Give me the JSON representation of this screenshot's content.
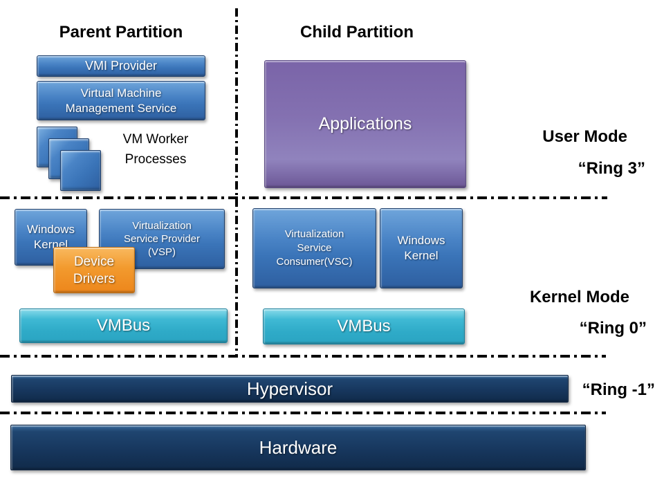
{
  "titles": {
    "parent_partition": "Parent Partition",
    "child_partition": "Child Partition"
  },
  "parent": {
    "vmi_provider": "VMI Provider",
    "vm_management_service": "Virtual Machine Management Service",
    "vm_worker_processes": "VM Worker Processes",
    "windows_kernel": "Windows Kernel",
    "vsp": "Virtualization Service Provider (VSP)",
    "device_drivers": "Device Drivers",
    "vmbus": "VMBus"
  },
  "child": {
    "applications": "Applications",
    "vsc": "Virtualization Service Consumer(VSC)",
    "windows_kernel": "Windows Kernel",
    "vmbus": "VMBus"
  },
  "rings": {
    "user_mode": "User Mode",
    "ring3": "“Ring 3”",
    "kernel_mode": "Kernel Mode",
    "ring0": "“Ring 0”",
    "ring_minus1": "“Ring -1”"
  },
  "layers": {
    "hypervisor": "Hypervisor",
    "hardware": "Hardware"
  },
  "colors": {
    "box_blue": "#3A74B8",
    "box_purple": "#8471B1",
    "box_cyan": "#2FABC8",
    "box_orange": "#F0931F",
    "bar_navy": "#17375E",
    "divider": "#000000",
    "label_text": "#000000",
    "box_text": "#FFFFFF"
  }
}
